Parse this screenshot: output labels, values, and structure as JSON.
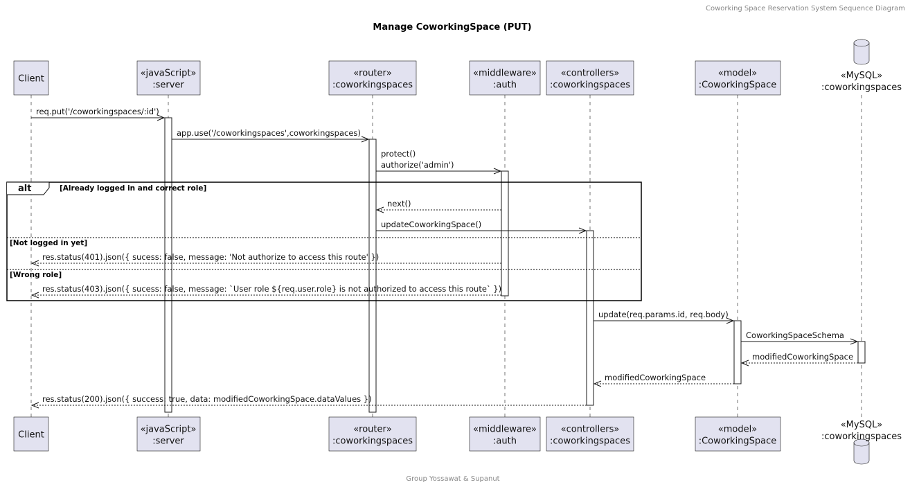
{
  "header": "Coworking Space Reservation System Sequence Diagram",
  "title": "Manage CoworkingSpace (PUT)",
  "footer": "Group Yossawat & Supanut",
  "participants": [
    {
      "id": "client",
      "lines": [
        "Client"
      ]
    },
    {
      "id": "server",
      "lines": [
        "«javaScript»",
        ":server"
      ]
    },
    {
      "id": "router",
      "lines": [
        "«router»",
        ":coworkingspaces"
      ]
    },
    {
      "id": "middleware",
      "lines": [
        "«middleware»",
        ":auth"
      ]
    },
    {
      "id": "controllers",
      "lines": [
        "«controllers»",
        ":coworkingspaces"
      ]
    },
    {
      "id": "model",
      "lines": [
        "«model»",
        ":CoworkingSpace"
      ]
    },
    {
      "id": "db",
      "lines": [
        "«MySQL»",
        ":coworkingspaces"
      ],
      "shape": "database"
    }
  ],
  "messages": [
    {
      "from": "client",
      "to": "server",
      "text": [
        "req.put('/coworkingspaces/:id')"
      ],
      "style": "solid"
    },
    {
      "from": "server",
      "to": "router",
      "text": [
        "app.use('/coworkingspaces',coworkingspaces)"
      ],
      "style": "solid"
    },
    {
      "from": "router",
      "to": "middleware",
      "text": [
        "protect()",
        "authorize('admin')"
      ],
      "style": "solid"
    },
    {
      "from": "middleware",
      "to": "router",
      "text": [
        "next()"
      ],
      "style": "dashed"
    },
    {
      "from": "router",
      "to": "controllers",
      "text": [
        "updateCoworkingSpace()"
      ],
      "style": "solid"
    },
    {
      "from": "middleware",
      "to": "client",
      "text": [
        "res.status(401).json({ sucess: false, message: 'Not authorize to access this route' })"
      ],
      "style": "dashed"
    },
    {
      "from": "middleware",
      "to": "client",
      "text": [
        "res.status(403).json({ sucess: false, message: `User role ${req.user.role} is not authorized to access this route` })"
      ],
      "style": "dashed"
    },
    {
      "from": "controllers",
      "to": "model",
      "text": [
        "update(req.params.id, req.body)"
      ],
      "style": "solid"
    },
    {
      "from": "model",
      "to": "db",
      "text": [
        "CoworkingSpaceSchema"
      ],
      "style": "solid"
    },
    {
      "from": "db",
      "to": "model",
      "text": [
        "modifiedCoworkingSpace"
      ],
      "style": "dashed"
    },
    {
      "from": "model",
      "to": "controllers",
      "text": [
        "modifiedCoworkingSpace"
      ],
      "style": "dashed"
    },
    {
      "from": "controllers",
      "to": "client",
      "text": [
        "res.status(200).json({ success: true, data: modifiedCoworkingSpace.dataValues })"
      ],
      "style": "dashed"
    }
  ],
  "alt": {
    "keyword": "alt",
    "conditions": [
      "[Already logged in and correct role]",
      "[Not logged in yet]",
      "[Wrong role]"
    ]
  },
  "colors": {
    "participant_fill": "#E2E2F0",
    "line": "#181818"
  }
}
